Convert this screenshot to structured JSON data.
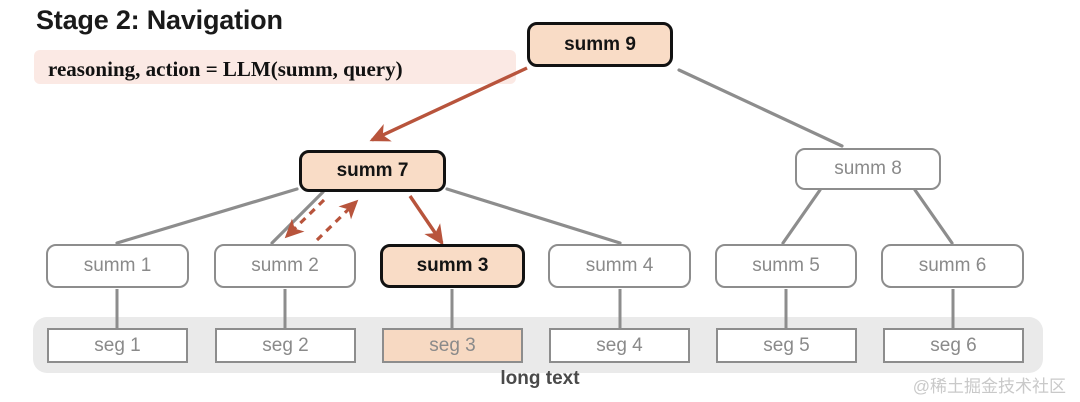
{
  "header": {
    "title": "Stage 2: Navigation",
    "formula": "reasoning, action = LLM(summ, query)"
  },
  "colors": {
    "highlight_fill": "#f9dcc6",
    "highlight_border": "#121212",
    "plain_border": "#8d8d8d",
    "plain_text": "#8a8a8a",
    "arrow_red": "#b8543c",
    "edge_gray": "#8d8d8d",
    "band_gray": "#eaeaea",
    "formula_bg": "#fbe9e4"
  },
  "tree": {
    "root": {
      "label": "summ 9",
      "state": "active"
    },
    "level2": [
      {
        "label": "summ 7",
        "state": "active"
      },
      {
        "label": "summ 8",
        "state": "plain"
      }
    ],
    "level3": [
      {
        "label": "summ 1",
        "state": "plain"
      },
      {
        "label": "summ 2",
        "state": "plain"
      },
      {
        "label": "summ 3",
        "state": "active"
      },
      {
        "label": "summ 4",
        "state": "plain"
      },
      {
        "label": "summ 5",
        "state": "plain"
      },
      {
        "label": "summ 6",
        "state": "plain"
      }
    ]
  },
  "segments": {
    "band_label": "long text",
    "items": [
      {
        "label": "seg 1",
        "state": "plain"
      },
      {
        "label": "seg 2",
        "state": "plain"
      },
      {
        "label": "seg 3",
        "state": "active"
      },
      {
        "label": "seg 4",
        "state": "plain"
      },
      {
        "label": "seg 5",
        "state": "plain"
      },
      {
        "label": "seg 6",
        "state": "plain"
      }
    ]
  },
  "annotations": {
    "watermark": "@稀土掘金技术社区"
  }
}
